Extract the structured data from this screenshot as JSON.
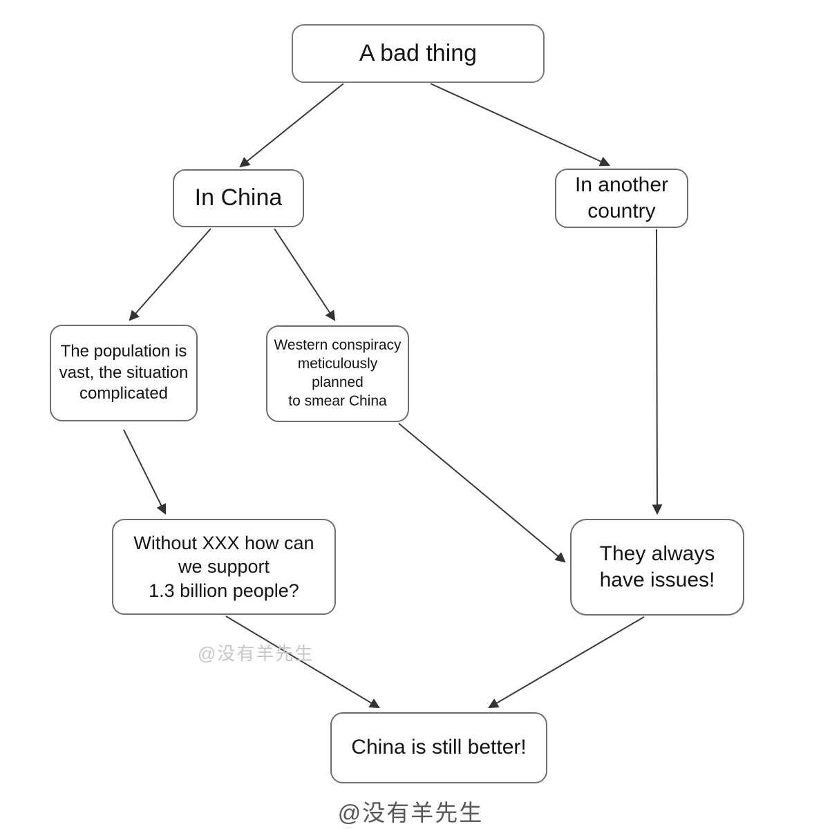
{
  "diagram": {
    "type": "flowchart",
    "nodes": {
      "bad_thing": {
        "label": "A bad thing"
      },
      "in_china": {
        "label": "In China"
      },
      "in_another_country": {
        "label": "In another\ncountry"
      },
      "population_vast": {
        "label": "The population is\nvast, the situation\ncomplicated"
      },
      "western_conspiracy": {
        "label": "Western conspiracy\nmeticulously planned\nto smear China"
      },
      "without_xxx": {
        "label": "Without XXX how can\nwe support\n1.3 billion people?"
      },
      "they_always_issues": {
        "label": "They always\nhave issues!"
      },
      "china_still_better": {
        "label": "China is still better!"
      }
    },
    "edges": [
      {
        "from": "bad_thing",
        "to": "in_china"
      },
      {
        "from": "bad_thing",
        "to": "in_another_country"
      },
      {
        "from": "in_china",
        "to": "population_vast"
      },
      {
        "from": "in_china",
        "to": "western_conspiracy"
      },
      {
        "from": "population_vast",
        "to": "without_xxx"
      },
      {
        "from": "western_conspiracy",
        "to": "they_always_issues"
      },
      {
        "from": "in_another_country",
        "to": "they_always_issues"
      },
      {
        "from": "without_xxx",
        "to": "china_still_better"
      },
      {
        "from": "they_always_issues",
        "to": "china_still_better"
      }
    ],
    "watermark_center": "@没有羊先生",
    "watermark_bottom": "@没有羊先生",
    "colors": {
      "background": "#ffffff",
      "box_border": "#6e6e6e",
      "text": "#141414",
      "arrow": "#3a3a3a",
      "watermark_faint": "#c7c7c7",
      "watermark_dark": "#575757"
    }
  }
}
